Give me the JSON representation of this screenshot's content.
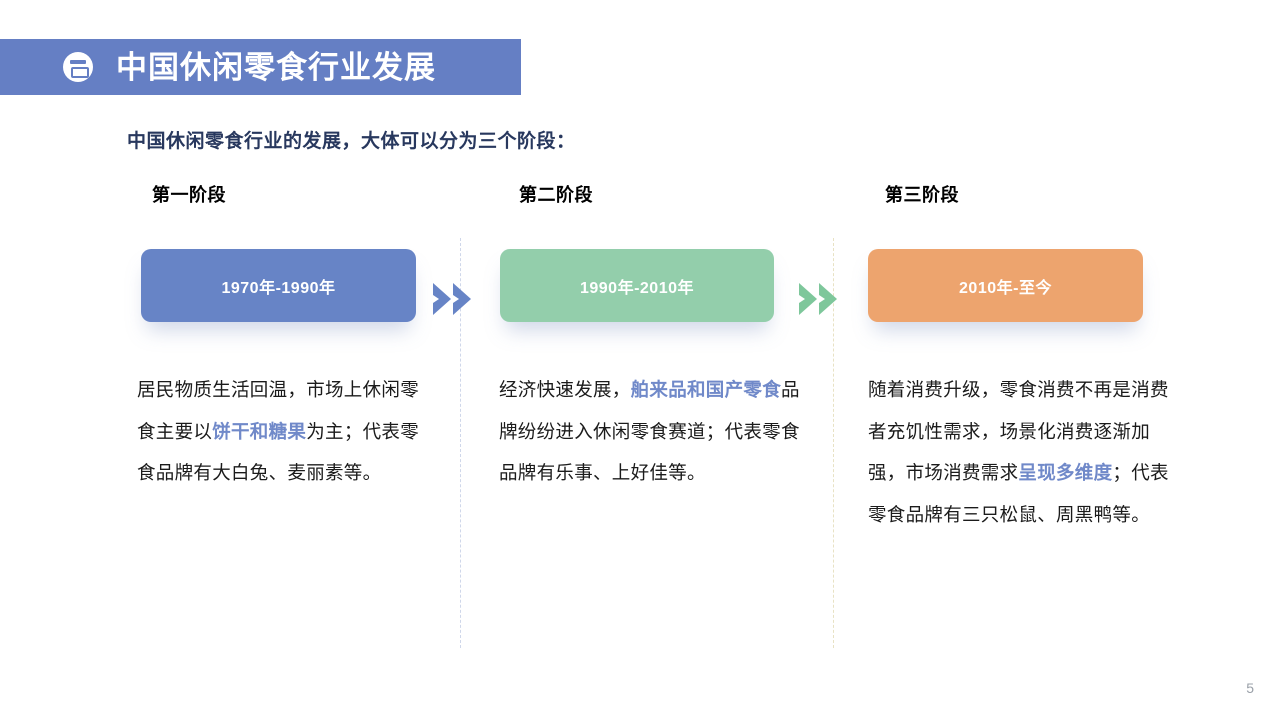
{
  "header": {
    "icon": "badge-circle-icon",
    "title": "中国休闲零食行业发展",
    "background_color": "#657fc4",
    "text_color": "#ffffff"
  },
  "subtitle": "中国休闲零食行业的发展，大体可以分为三个阶段：",
  "subtitle_color": "#28385e",
  "highlight_color": "#7089c9",
  "stages": [
    {
      "label": "第一阶段",
      "period": "1970年-1990年",
      "box_color": "#6784c6",
      "text_parts": [
        {
          "text": "居民物质生活回温，市场上休闲零食主要以",
          "highlight": false
        },
        {
          "text": "饼干和糖果",
          "highlight": true
        },
        {
          "text": "为主；代表零食品牌有大白兔、麦丽素等。",
          "highlight": false
        }
      ]
    },
    {
      "label": "第二阶段",
      "period": "1990年-2010年",
      "box_color": "#93ceab",
      "text_parts": [
        {
          "text": "经济快速发展，",
          "highlight": false
        },
        {
          "text": "舶来品和国产零食",
          "highlight": true
        },
        {
          "text": "品牌纷纷进入休闲零食赛道；代表零食品牌有乐事、上好佳等。",
          "highlight": false
        }
      ]
    },
    {
      "label": "第三阶段",
      "period": "2010年-至今",
      "box_color": "#eda46e",
      "text_parts": [
        {
          "text": "随着消费升级，零食消费不再是消费者充饥性需求，场景化消费逐渐加强，市场消费需求",
          "highlight": false
        },
        {
          "text": "呈现多维度",
          "highlight": true
        },
        {
          "text": "；代表零食品牌有三只松鼠、周黑鸭等。",
          "highlight": false
        }
      ]
    }
  ],
  "arrows": [
    {
      "name": "chevron-arrow-1",
      "color": "#6784c6"
    },
    {
      "name": "chevron-arrow-2",
      "color": "#7ec79b"
    }
  ],
  "dividers": [
    {
      "color": "#cfd7ea"
    },
    {
      "color": "#e8e2c4"
    }
  ],
  "page_number": "5"
}
